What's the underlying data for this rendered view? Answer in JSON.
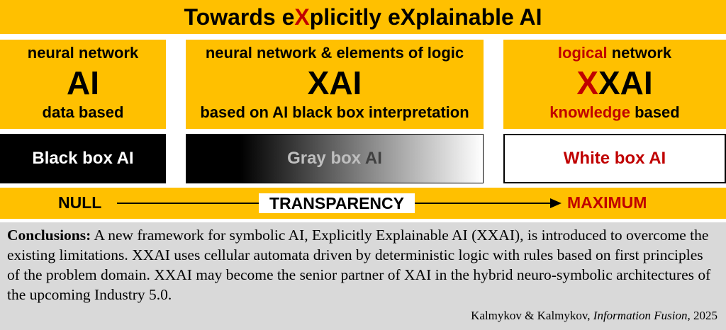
{
  "title": {
    "part1": "Towards e",
    "x1": "X",
    "part2": "plicitly e",
    "x2": "X",
    "part3": "plainable AI"
  },
  "panels": [
    {
      "top": "neural network",
      "big": "AI",
      "bottom": "data based"
    },
    {
      "top": "neural network & elements of logic",
      "big": "XAI",
      "bottom": "based on AI black box interpretation"
    },
    {
      "top_red": "logical",
      "top_rest": " network",
      "big_red": "X",
      "big_rest": "XAI",
      "bottom_red": "knowledge",
      "bottom_rest": " based"
    }
  ],
  "boxes": {
    "black": "Black box AI",
    "gray_part1": "Gray box ",
    "gray_part2": "AI",
    "white": "White box AI"
  },
  "transparency": {
    "left": "NULL",
    "center": "TRANSPARENCY",
    "right": "MAXIMUM"
  },
  "conclusions": {
    "label": "Conclusions:",
    "text": " A new framework for symbolic AI, Explicitly Explainable AI (XXAI), is introduced to overcome the existing limitations. XXAI uses cellular automata driven by deterministic logic with rules based on first principles of the problem domain. XXAI may become the senior partner of XAI in the hybrid neuro-symbolic architectures of the upcoming Industry 5.0."
  },
  "citation": {
    "authors": "Kalmykov & Kalmykov, ",
    "journal": "Information Fusion,",
    "year": " 2025"
  },
  "colors": {
    "accent": "#FFC000",
    "red": "#C00000",
    "gray_bg": "#D9D9D9"
  }
}
